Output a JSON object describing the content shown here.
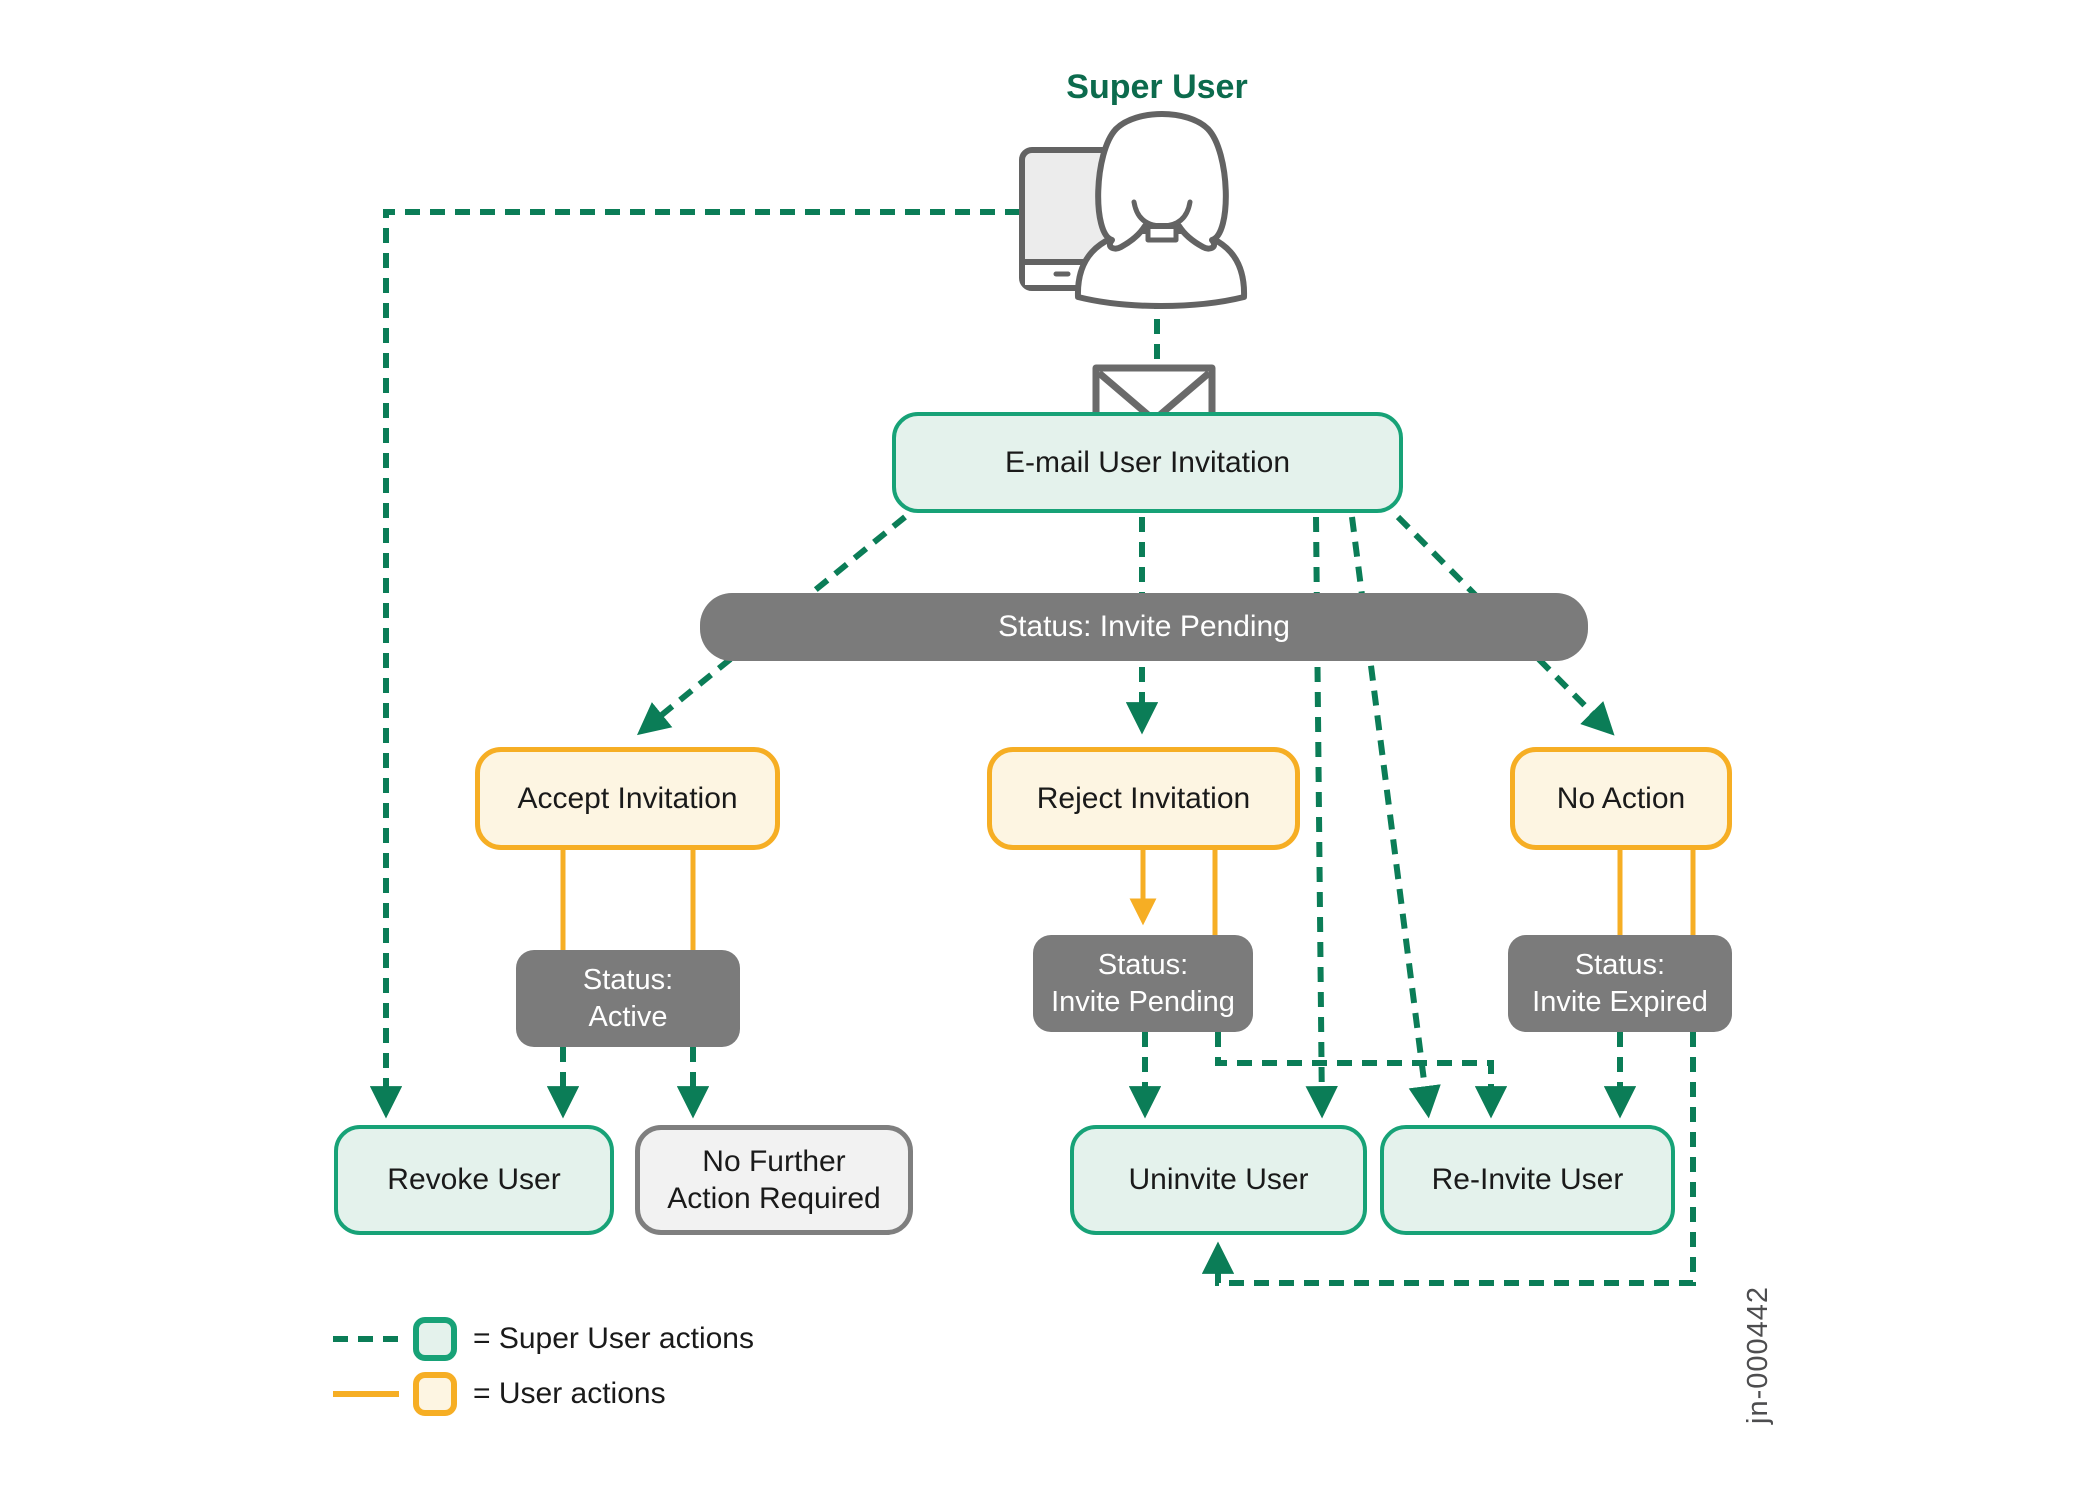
{
  "title": "Super User",
  "watermark": "jn-000442",
  "colors": {
    "super_user_dash_green": "#0b7d57",
    "green_box_border": "#17a277",
    "green_box_fill": "#e4f2ec",
    "title_green": "#0c6b4d",
    "user_action_yellow": "#f6ae24",
    "yellow_box_fill": "#fdf5e2",
    "status_gray": "#7b7b7b",
    "neutral_box_fill": "#f2f2f2",
    "neutral_box_border": "#7f7f7f"
  },
  "nodes": {
    "email": {
      "label": "E-mail User Invitation"
    },
    "status_bar": {
      "label": "Status: Invite Pending"
    },
    "accept": {
      "label": "Accept Invitation"
    },
    "reject": {
      "label": "Reject Invitation"
    },
    "no_action": {
      "label": "No Action"
    },
    "status_active": {
      "label": "Status:\nActive"
    },
    "status_invite_pending": {
      "label": "Status:\nInvite Pending"
    },
    "status_invite_expired": {
      "label": "Status:\nInvite Expired"
    },
    "revoke": {
      "label": "Revoke User"
    },
    "no_further": {
      "label": "No Further\nAction Required"
    },
    "uninvite": {
      "label": "Uninvite User"
    },
    "reinvite": {
      "label": "Re-Invite User"
    }
  },
  "legend": {
    "super_user": "= Super User actions",
    "user": "= User actions"
  }
}
